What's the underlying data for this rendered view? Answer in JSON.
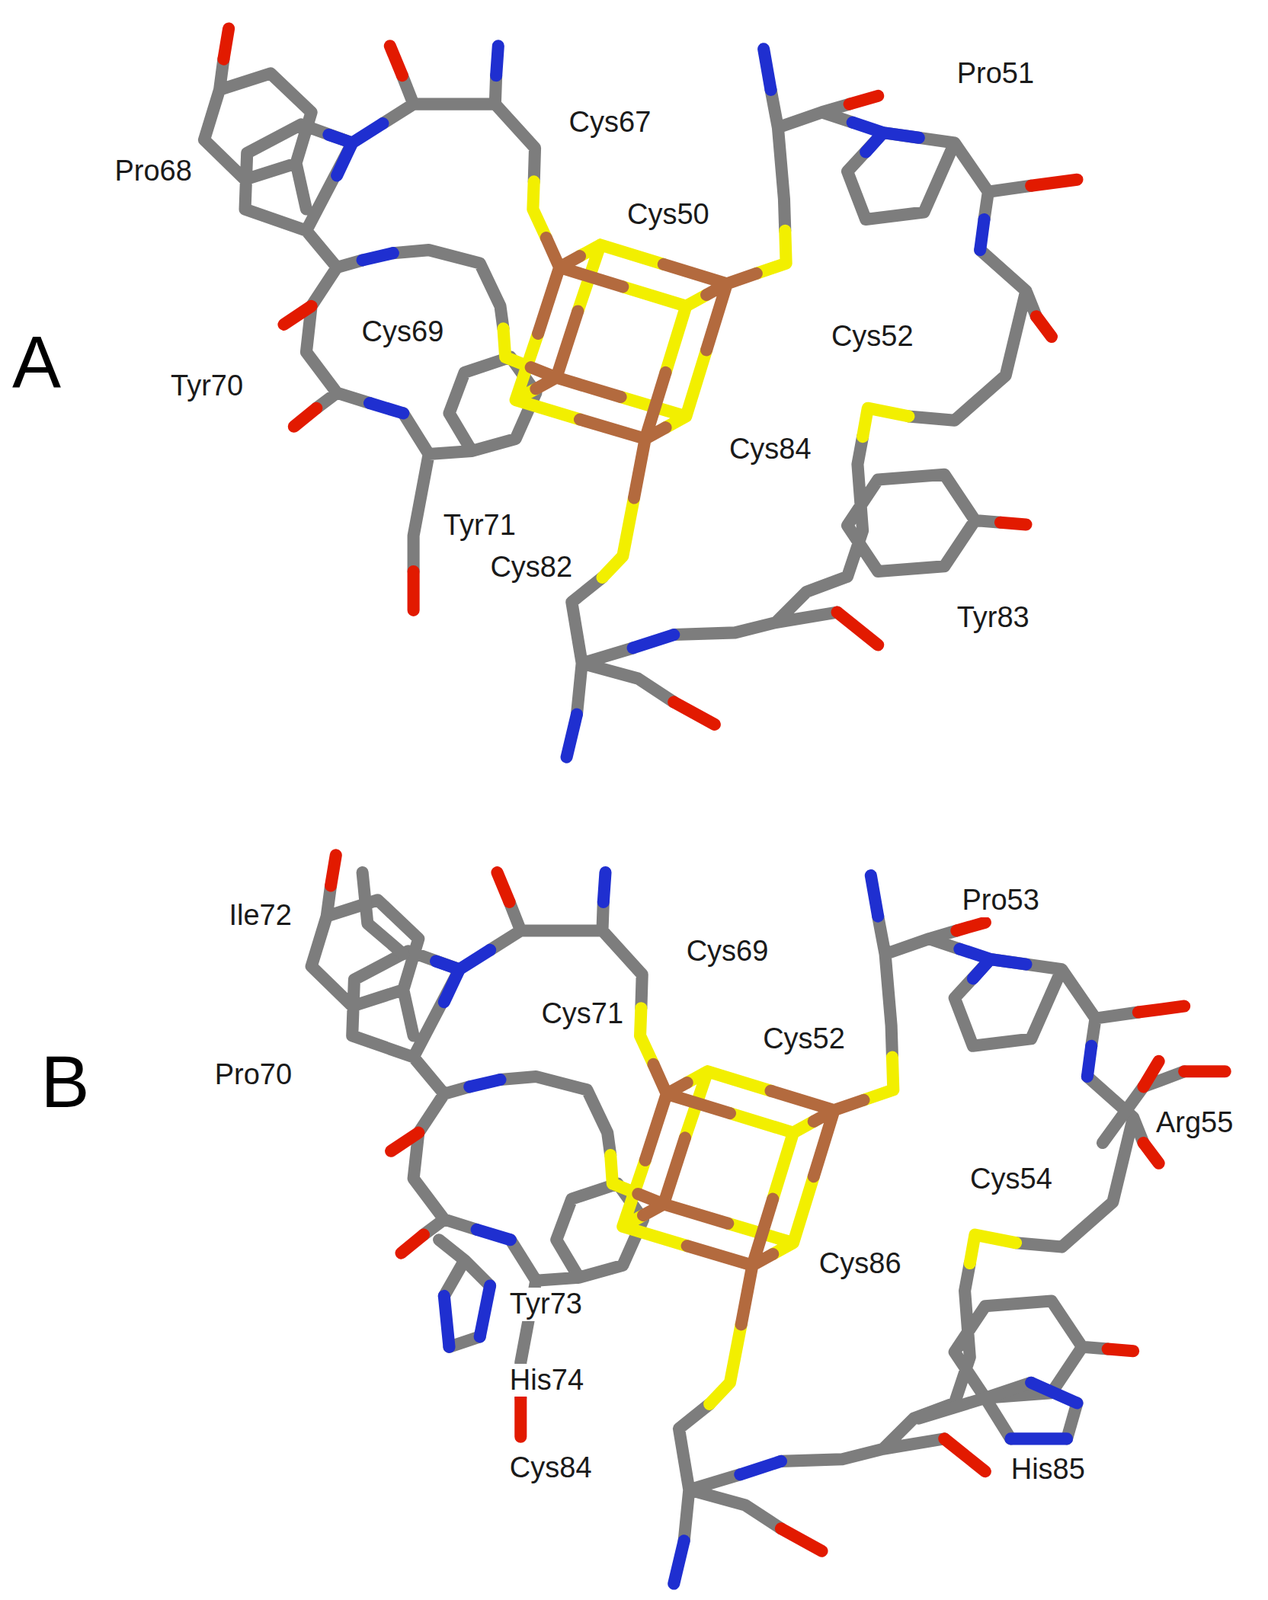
{
  "diagram": {
    "labels": [
      "Cys67",
      "Pro51",
      "Pro68",
      "Cys50",
      "A",
      "Cys69",
      "Cys52",
      "Tyr70",
      "Cys84",
      "Tyr71",
      "Cys82",
      "Tyr83",
      "Ile72",
      "Pro53",
      "Cys69",
      "Cys71",
      "Cys52",
      "Pro70",
      "B",
      "Arg55",
      "Cys54",
      "Cys86",
      "Tyr73",
      "His74",
      "Cys84",
      "His85"
    ]
  }
}
